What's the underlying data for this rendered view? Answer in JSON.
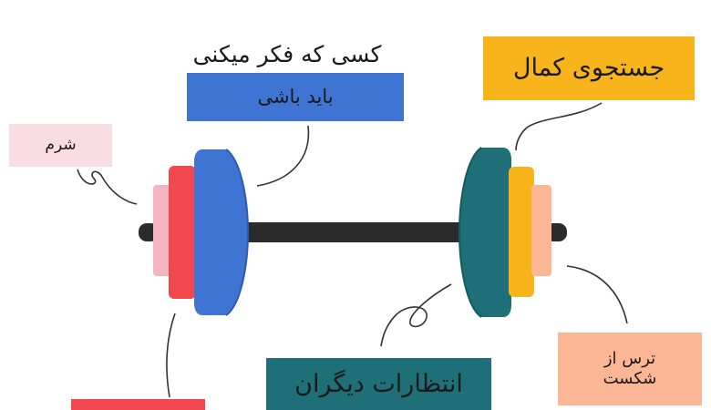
{
  "labels": {
    "top_caption": "کسی که فکر میکنی",
    "blue_label": "باید باشی",
    "orange_label": "جستجوی کمال",
    "pink_label": "شرم",
    "teal_label": "انتظارات دیگران",
    "peach_label": "ترس از\nشکست"
  },
  "colors": {
    "blue": "#3f74d2",
    "orange": "#f7b51b",
    "pink": "#f9dde2",
    "teal": "#1f6f78",
    "peach": "#fbb795",
    "red": "#f0484e",
    "bar": "#2b2b2b"
  }
}
